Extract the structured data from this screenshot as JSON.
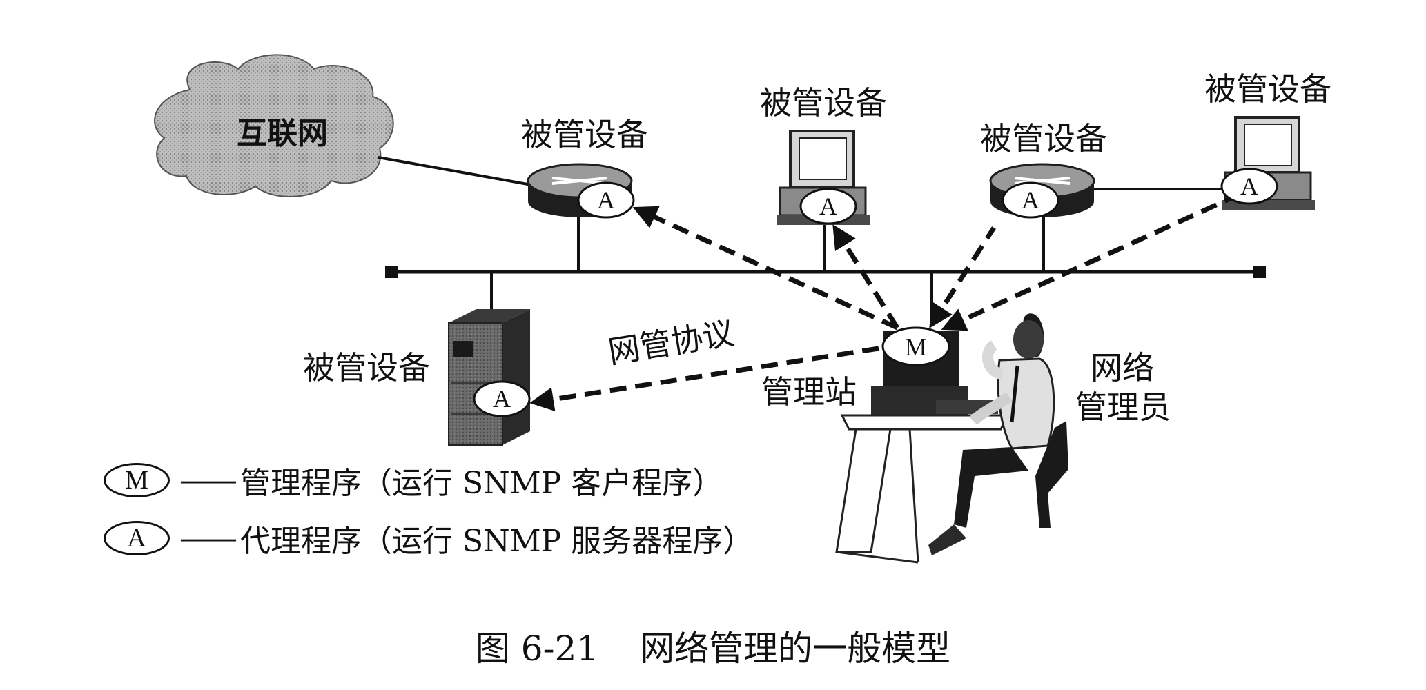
{
  "nodes": {
    "internet": "互联网",
    "router_1": "被管设备",
    "pc_1": "被管设备",
    "router_2": "被管设备",
    "pc_2": "被管设备",
    "server": "被管设备",
    "station": "管理站",
    "admin_line1": "网络",
    "admin_line2": "管理员"
  },
  "protocol_label": "网管协议",
  "badges": {
    "manager": "M",
    "agent": "A"
  },
  "legend": [
    {
      "badge": "M",
      "dash": "——",
      "text": "管理程序（运行 SNMP 客户程序）"
    },
    {
      "badge": "A",
      "dash": "——",
      "text": "代理程序（运行 SNMP 服务器程序）"
    }
  ],
  "caption": {
    "number": "图 6-21",
    "title": "网络管理的一般模型"
  }
}
